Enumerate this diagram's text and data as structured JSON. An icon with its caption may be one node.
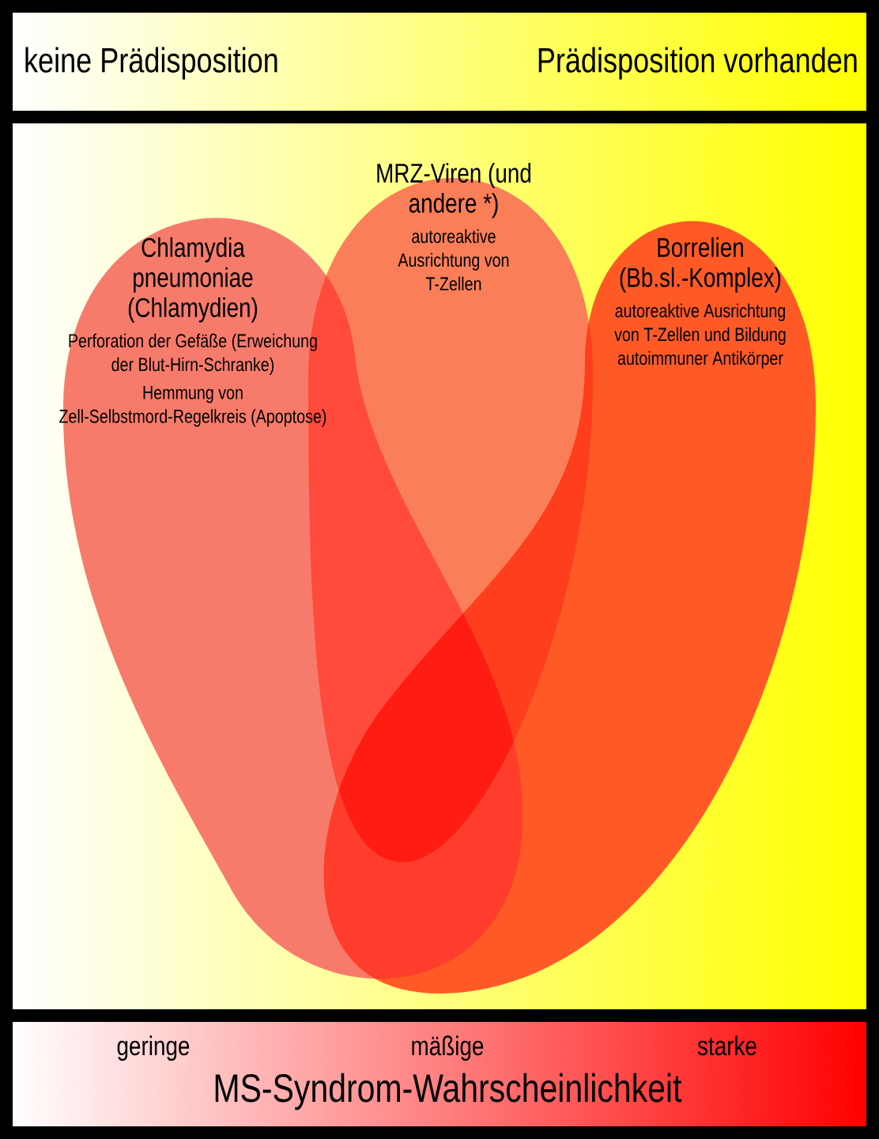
{
  "diagram": {
    "nodes": [
      {
        "text": [
          "keine Prädisposition",
          "Prädisposition vorhanden"
        ]
      },
      {
        "text": [
          "Chlamydia pneumoniae (Chlamydien)",
          "Perforation der Gefäße (Erweichung der Blut-Hirn-Schranke)",
          "Hemmung von Zell-Selbstmord-Regelkreis (Apoptose)"
        ]
      },
      {
        "text": [
          "MRZ-Viren (und andere *)",
          "autoreaktive Ausrichtung von T-Zellen"
        ]
      },
      {
        "text": [
          "Borrelien (Bb.sl.-Komplex)",
          "autoreaktive Ausrichtung von T-Zellen und Bildung autoimmuner Antikörper"
        ]
      },
      {
        "text": [
          "geringe",
          "mäßige",
          "starke",
          "MS-Syndrom-Wahrscheinlichkeit"
        ]
      }
    ],
    "edges": []
  }
}
